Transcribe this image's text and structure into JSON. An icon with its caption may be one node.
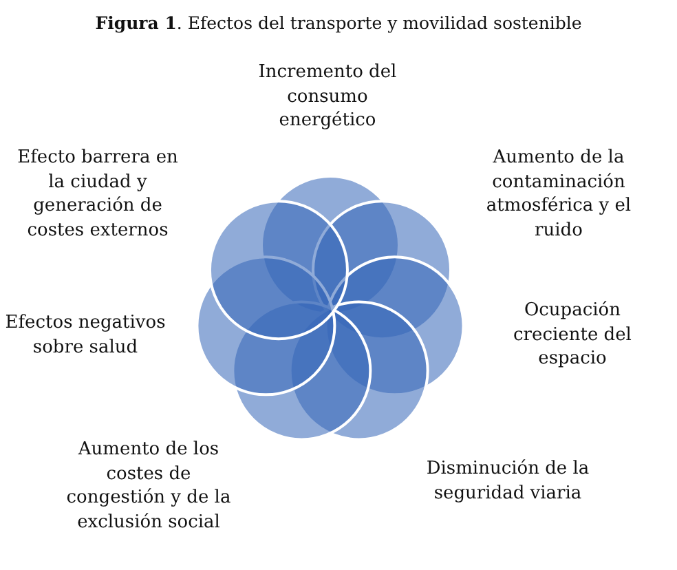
{
  "diagram": {
    "title": "**Figura 1**. Efectos del transporte y movilidad sostenible",
    "nodes": [
      {
        "text": [],
        "shape": "circle",
        "beside": [
          "Incremento del consumo energético"
        ]
      },
      {
        "text": [],
        "shape": "circle",
        "beside": [
          "Aumento de la contaminación atmosférica y el ruido"
        ]
      },
      {
        "text": [],
        "shape": "circle",
        "beside": [
          "Ocupación creciente del espacio"
        ]
      },
      {
        "text": [],
        "shape": "circle",
        "beside": [
          "Disminución de la seguridad viaria"
        ]
      },
      {
        "text": [],
        "shape": "circle",
        "beside": [
          "Aumento de los costes de congestión y de la exclusión social"
        ]
      },
      {
        "text": [],
        "shape": "circle",
        "beside": [
          "Efectos negativos sobre salud"
        ]
      },
      {
        "text": [],
        "shape": "circle",
        "beside": [
          "Efecto barrera en la ciudad y generación de costes externos"
        ]
      }
    ]
  }
}
